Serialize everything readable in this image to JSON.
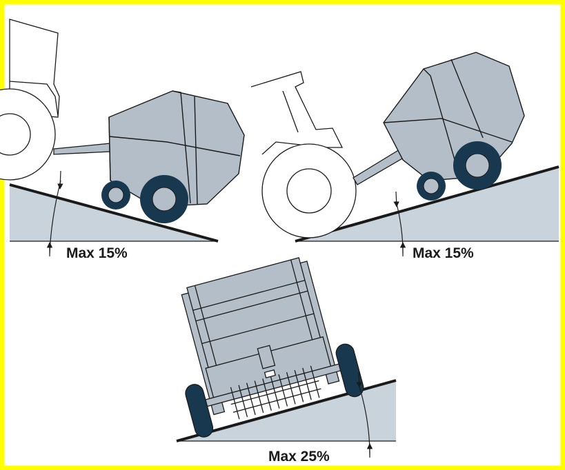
{
  "colors": {
    "border": "#ffff00",
    "machine_fill": "#b3bec9",
    "ground_fill": "#c9d3dc",
    "tire": "#17384f",
    "hub": "#b3bec9",
    "line": "#1a1a1a"
  },
  "labels": {
    "rear_slope": "Max 15%",
    "front_slope": "Max 15%",
    "side_slope": "Max 25%"
  }
}
